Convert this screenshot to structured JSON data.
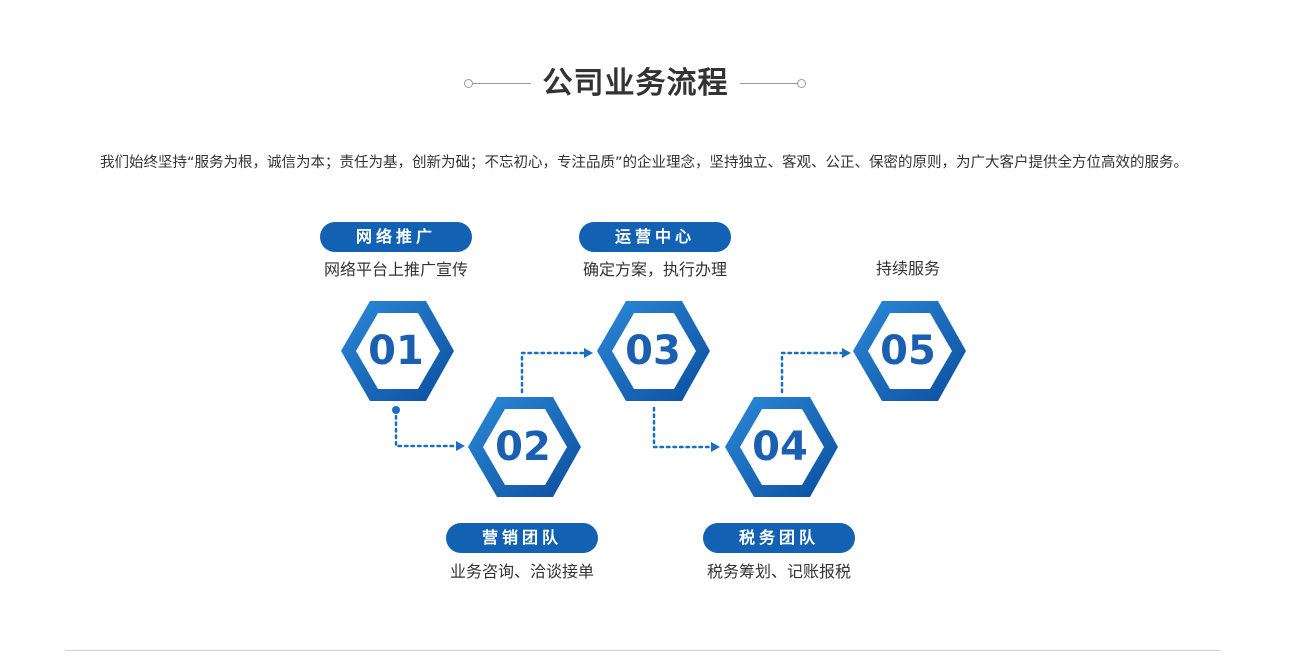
{
  "header": {
    "title": "公司业务流程"
  },
  "intro": {
    "text": "我们始终坚持“服务为根，诚信为本；责任为基，创新为础；不忘初心，专注品质”的企业理念，坚持独立、客观、公正、保密的原则，为广大客户提供全方位高效的服务。"
  },
  "colors": {
    "primary": "#1261b3",
    "hex_dark": "#0d4d9e",
    "hex_light": "#2a8ad8",
    "dots": "#1a6fc4"
  },
  "steps": [
    {
      "number": "01",
      "label": "网络推广",
      "caption": "网络平台上推广宣传"
    },
    {
      "number": "02",
      "label": "营销团队",
      "caption": "业务咨询、洽谈接单"
    },
    {
      "number": "03",
      "label": "运营中心",
      "caption": "确定方案，执行办理"
    },
    {
      "number": "04",
      "label": "税务团队",
      "caption": "税务筹划、记账报税"
    },
    {
      "number": "05",
      "label": "",
      "caption": "持续服务"
    }
  ]
}
